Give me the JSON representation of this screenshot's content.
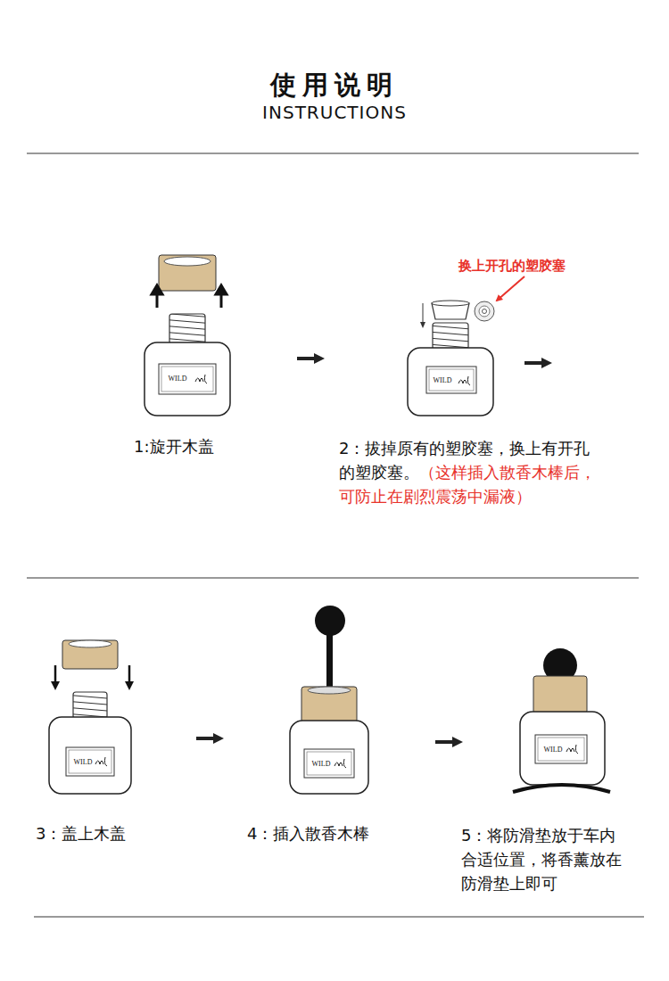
{
  "diagram": {
    "title": "使用说明",
    "labels": [
      "INSTRUCTIONS",
      "换上开孔的塑胶塞",
      "1:旋开木盖",
      "2：拔掉原有的塑胶塞，换上有开孔的塑胶塞。",
      "（这样插入散香木棒后，可防止在剧烈震荡中漏液）",
      "3：盖上木盖",
      "4：插入散香木棒",
      "5：将防滑垫放于车内合适位置，将香薰放在防滑垫上即可",
      "WILD",
      "WILD",
      "WILD",
      "WILD",
      "WILD"
    ]
  }
}
